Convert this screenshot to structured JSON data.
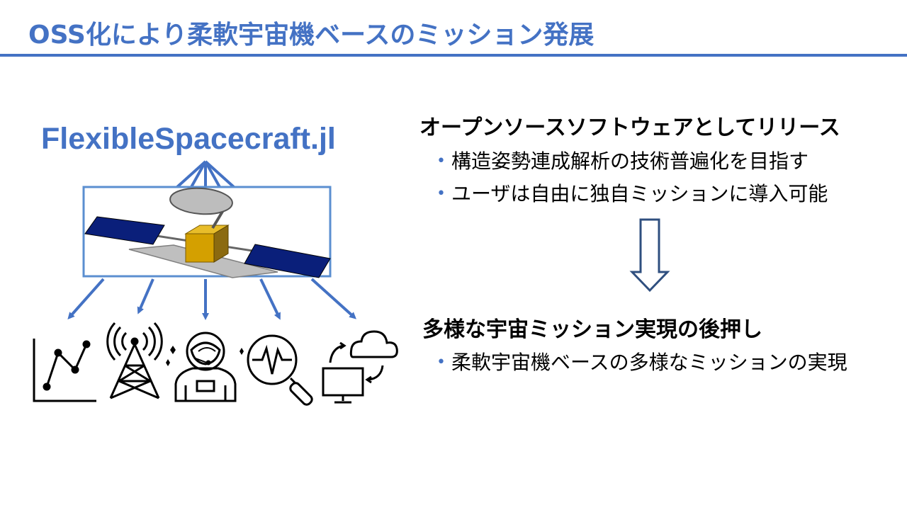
{
  "slide": {
    "title": "OSS化により柔軟宇宙機ベースのミッション発展",
    "library_name": "FlexibleSpacecraft.jl"
  },
  "sections": [
    {
      "heading": "オープンソースソフトウェアとしてリリース",
      "bullets": [
        "構造姿勢連成解析の技術普遍化を目指す",
        "ユーザは自由に独自ミッションに導入可能"
      ]
    },
    {
      "heading": "多様な宇宙ミッション実現の後押し",
      "bullets": [
        "柔軟宇宙機ベースの多様なミッションの実現"
      ]
    }
  ],
  "icons": [
    "line-chart-icon",
    "radio-tower-icon",
    "astronaut-icon",
    "signal-magnifier-icon",
    "cloud-computer-sync-icon"
  ],
  "colors": {
    "accent": "#4472c4",
    "solar_panel": "#0a1f7a",
    "bus": "#d4a000",
    "down_arrow": "#2f4f7f"
  }
}
